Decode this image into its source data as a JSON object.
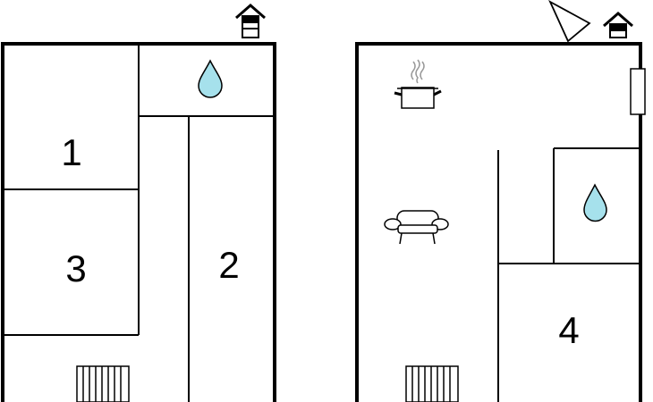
{
  "plans": [
    {
      "id": "left",
      "rooms": [
        {
          "key": "room-1",
          "number": "1"
        },
        {
          "key": "room-3",
          "number": "3"
        },
        {
          "key": "room-2",
          "number": "2"
        }
      ],
      "icons": [
        "entrance-house-icon",
        "water-drop-icon",
        "stairs-icon"
      ]
    },
    {
      "id": "right",
      "rooms": [
        {
          "key": "room-4",
          "number": "4"
        }
      ],
      "icons": [
        "north-arrow-icon",
        "entrance-house-icon",
        "cooking-pot-icon",
        "radiator-icon",
        "sofa-icon",
        "water-drop-icon",
        "stairs-icon"
      ]
    }
  ],
  "colors": {
    "water": "#a6e1ec",
    "wall": "#000000",
    "background": "#ffffff"
  }
}
